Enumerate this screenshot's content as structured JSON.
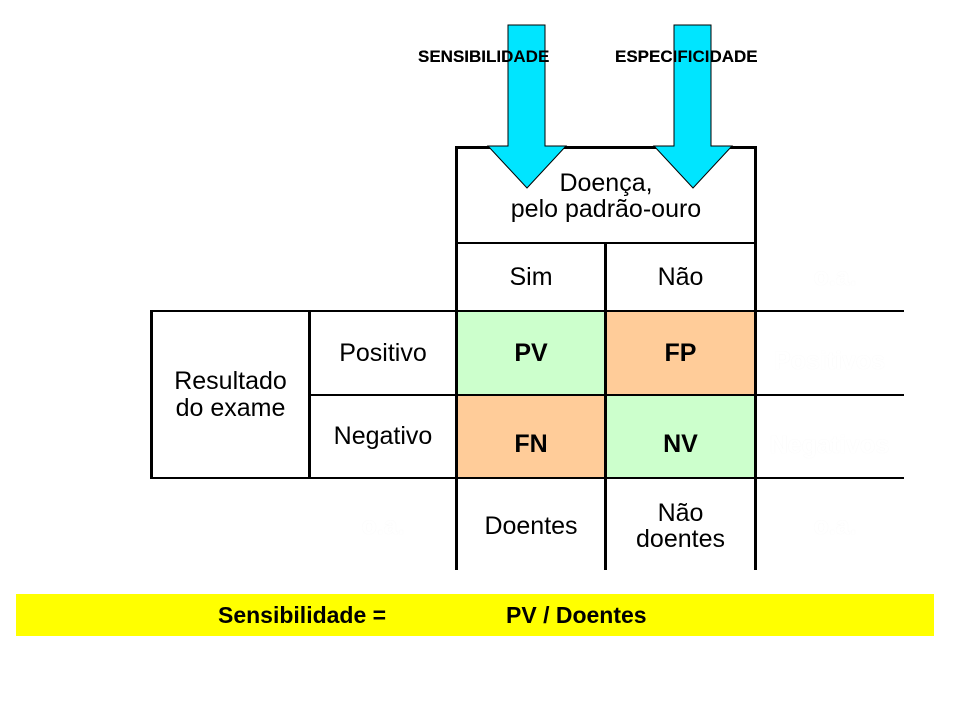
{
  "top_labels": {
    "sensitivity": "SENSIBILIDADE",
    "specificity": "ESPECIFICIDADE"
  },
  "header": {
    "disease": "Doença,",
    "gold_standard": "pelo padrão-ouro"
  },
  "columns": {
    "yes": "Sim",
    "no": "Não",
    "other": "o.a."
  },
  "row_header": {
    "line1": "Resultado",
    "line2": "do exame"
  },
  "rows": {
    "positive": "Positivo",
    "negative": "Negativo"
  },
  "cells": {
    "tp": "PV",
    "fp": "FP",
    "fn": "FN",
    "tn": "NV"
  },
  "totals": {
    "positives": "Positivos",
    "negatives": "Negativos",
    "sick": "Doentes",
    "not_sick_line1": "Não",
    "not_sick_line2": "doentes",
    "left_other": "o.a.",
    "corner_other": "o.a."
  },
  "formula": {
    "label": "Sensibilidade =",
    "expression": "PV / Doentes"
  },
  "colors": {
    "arrow": "#00e5ff",
    "green_cell": "#ccffcc",
    "orange_cell": "#ffcc99",
    "formula_bar": "#ffff00"
  }
}
